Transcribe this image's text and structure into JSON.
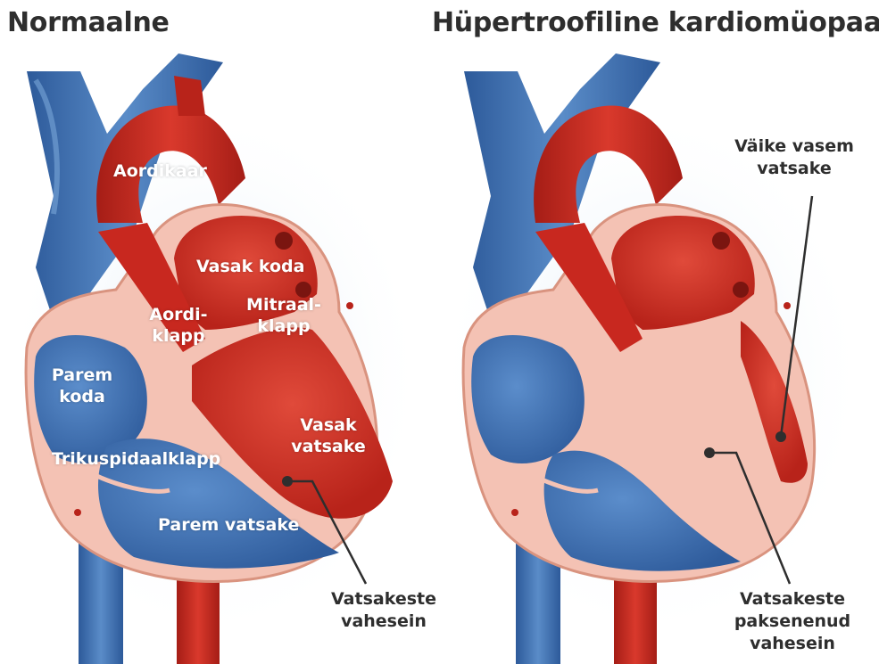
{
  "titles": {
    "left": "Normaalne",
    "right": "Hüpertroofiline kardiomüopaatia"
  },
  "normal_labels": {
    "aortic_arch": "Aordikaar",
    "left_atrium": "Vasak koda",
    "aortic_valve": [
      "Aordi-",
      "klapp"
    ],
    "mitral_valve": [
      "Mitraal-",
      "klapp"
    ],
    "right_atrium": [
      "Parem",
      "koda"
    ],
    "tricuspid_valve": "Trikuspidaalklapp",
    "left_ventricle": [
      "Vasak",
      "vatsake"
    ],
    "right_ventricle": "Parem vatsake",
    "septum": [
      "Vatsakeste",
      "vahesein"
    ]
  },
  "hcm_labels": {
    "small_left_ventricle": [
      "Väike vasem",
      "vatsake"
    ],
    "thickened_septum": [
      "Vatsakeste",
      "paksenenud",
      "vahesein"
    ]
  },
  "colors": {
    "blue": "#3d6fb0",
    "red": "#c8281f",
    "muscle": "#f4c2b4",
    "muscle_edge": "#d9937f",
    "title": "#2e2e2e"
  }
}
